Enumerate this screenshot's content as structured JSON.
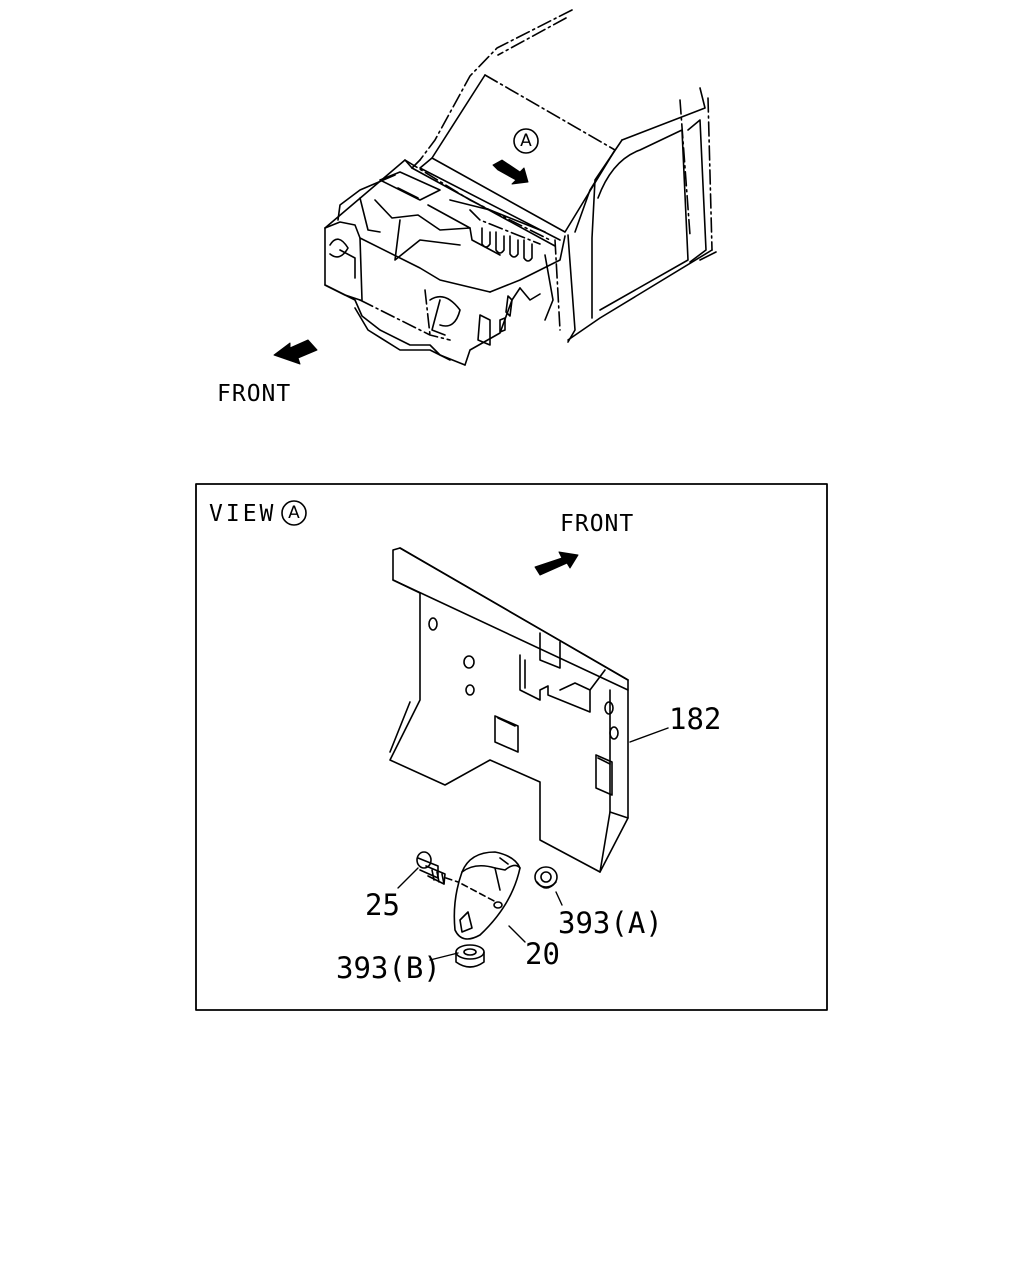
{
  "top_view": {
    "front_label": "FRONT",
    "view_marker": "A"
  },
  "detail": {
    "view_label": "VIEW",
    "view_marker": "A",
    "front_label": "FRONT",
    "parts": {
      "panel": "182",
      "bolt": "25",
      "bracket": "20",
      "grommet_a": "393(A)",
      "grommet_b": "393(B)"
    }
  }
}
